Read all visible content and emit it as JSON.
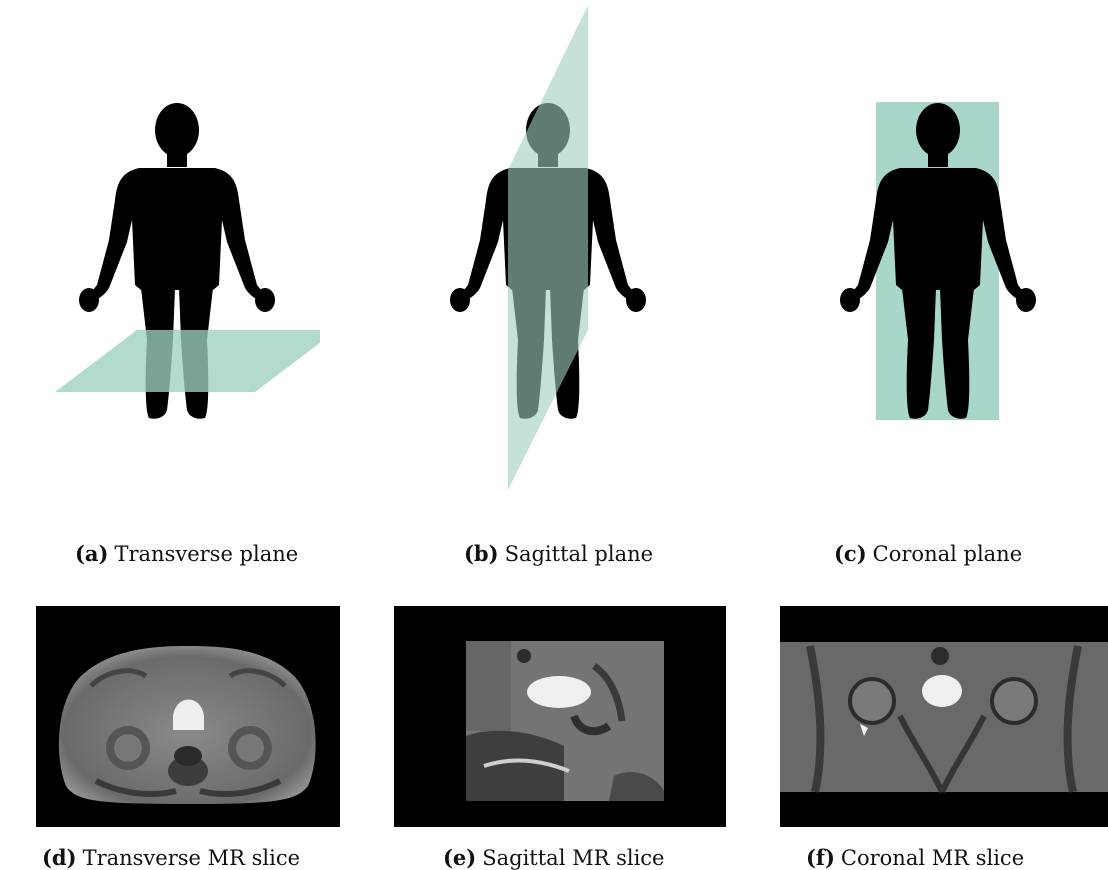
{
  "figure": {
    "panels": [
      {
        "label": "(a)",
        "text": "Transverse plane"
      },
      {
        "label": "(b)",
        "text": "Sagittal plane"
      },
      {
        "label": "(c)",
        "text": "Coronal plane"
      },
      {
        "label": "(d)",
        "text": "Transverse MR slice"
      },
      {
        "label": "(e)",
        "text": "Sagittal MR slice"
      },
      {
        "label": "(f)",
        "text": "Coronal MR slice"
      }
    ],
    "colors": {
      "plane": "#9ccfc2",
      "silhouette": "#000000",
      "background": "#ffffff"
    }
  }
}
